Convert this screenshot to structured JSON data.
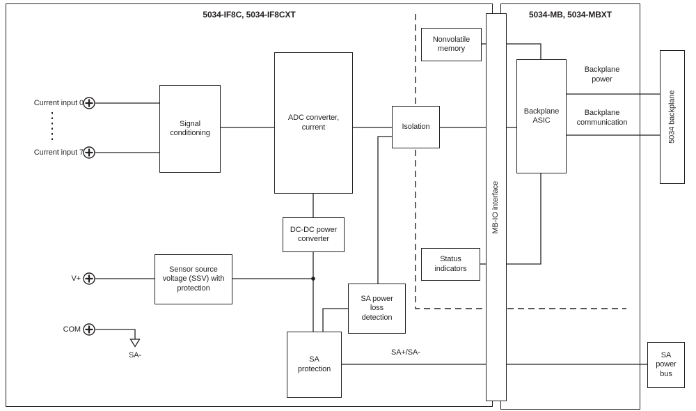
{
  "titles": {
    "left_module": "5034-IF8C, 5034-IF8CXT",
    "right_module": "5034-MB, 5034-MBXT"
  },
  "inputs": {
    "current_input_0": "Current input 0",
    "current_input_7": "Current input 7",
    "v_plus": "V+",
    "com": "COM",
    "sa_minus": "SA-"
  },
  "blocks": {
    "signal_conditioning": "Signal\nconditioning",
    "adc_converter": "ADC converter,\ncurrent",
    "dc_dc_power_converter": "DC-DC power\nconverter",
    "sensor_source_voltage": "Sensor source\nvoltage (SSV) with\nprotection",
    "sa_protection": "SA\nprotection",
    "sa_power_loss_detection": "SA power\nloss\ndetection",
    "isolation": "Isolation",
    "nonvolatile_memory": "Nonvolatile\nmemory",
    "status_indicators": "Status\nindicators",
    "backplane_asic": "Backplane\nASIC",
    "mb_io_interface": "MB-IO interface",
    "backplane_5034": "5034 backplane",
    "sa_power_bus": "SA\npower\nbus"
  },
  "bus_labels": {
    "backplane_power": "Backplane\npower",
    "backplane_communication": "Backplane\ncommunication",
    "sa_bus": "SA+/SA-"
  },
  "icons": {
    "terminal": "screw-terminal-circle-cross",
    "ground": "chassis-ground-open-triangle",
    "junction": "junction-dot"
  },
  "colors": {
    "line": "#231f20",
    "background": "#ffffff"
  }
}
